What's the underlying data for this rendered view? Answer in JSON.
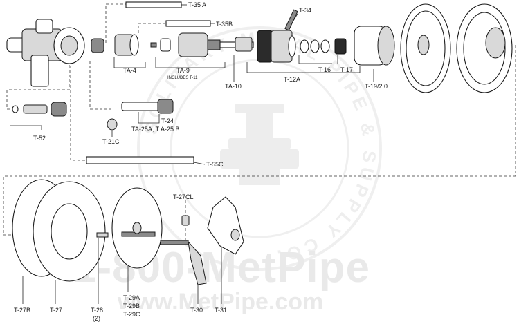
{
  "watermark": {
    "ring_text": "SOLITARY METAL PIPE & SUPPLY CO.",
    "phone": "1-800-MetPipe",
    "url": "www.MetPipe.com"
  },
  "parts": {
    "t35a": "T-35 A",
    "t34": "T-34",
    "t35b": "T-35B",
    "ta4": "TA-4",
    "ta9": "TA-9",
    "ta9_note": "INCLUDES   T-11",
    "ta10": "TA-10",
    "t12a": "T-12A",
    "t16": "T-16",
    "t17": "T-17",
    "t19": "T-19/2 0",
    "t24": "T-24",
    "ta25": "TA-25A, T A-25 B",
    "t52": "T-52",
    "t21c": "T-21C",
    "t55c": "T-55C",
    "t27cl": "T-27CL",
    "t27b": "T-27B",
    "t27": "T-27",
    "t28": "T-28",
    "t28_qty": "(2)",
    "t29a": "T-29A",
    "t29b": "T-29B",
    "t29c": "T-29C",
    "t30": "T-30",
    "t31": "T-31"
  }
}
